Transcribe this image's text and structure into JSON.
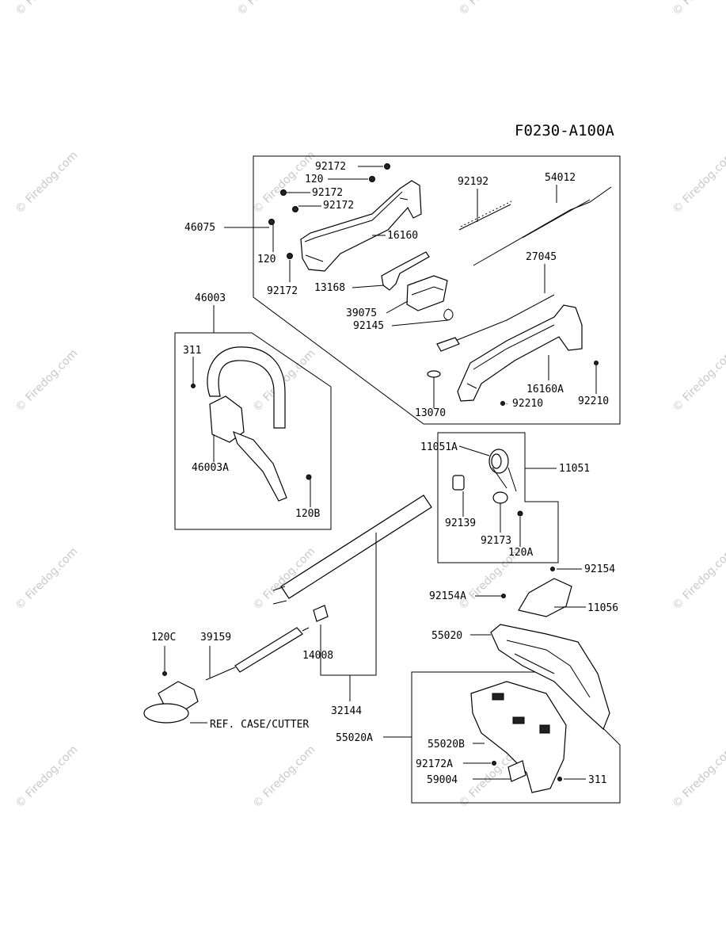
{
  "diagram_code": "F0230-A100A",
  "watermark_text": "© Firedog.com",
  "labels": {
    "l92172a": "92172",
    "l120a": "120",
    "l92172b": "92172",
    "l92172c": "92172",
    "l46075": "46075",
    "l16160": "16160",
    "l120b": "120",
    "l92172d": "92172",
    "l13168": "13168",
    "l92192": "92192",
    "l54012": "54012",
    "l27045": "27045",
    "l39075": "39075",
    "l92145": "92145",
    "l16160A": "16160A",
    "l92210a": "92210",
    "l92210b": "92210",
    "l13070": "13070",
    "l46003": "46003",
    "l311a": "311",
    "l46003A": "46003A",
    "l120B": "120B",
    "l11051A": "11051A",
    "l11051": "11051",
    "l92139": "92139",
    "l92173": "92173",
    "l120A": "120A",
    "l92154": "92154",
    "l92154A": "92154A",
    "l11056": "11056",
    "l55020": "55020",
    "l120C": "120C",
    "l39159": "39159",
    "l14008": "14008",
    "l32144": "32144",
    "lrefcase": "REF. CASE/CUTTER",
    "l55020A": "55020A",
    "l55020B": "55020B",
    "l92172A": "92172A",
    "l59004": "59004",
    "l311b": "311"
  }
}
